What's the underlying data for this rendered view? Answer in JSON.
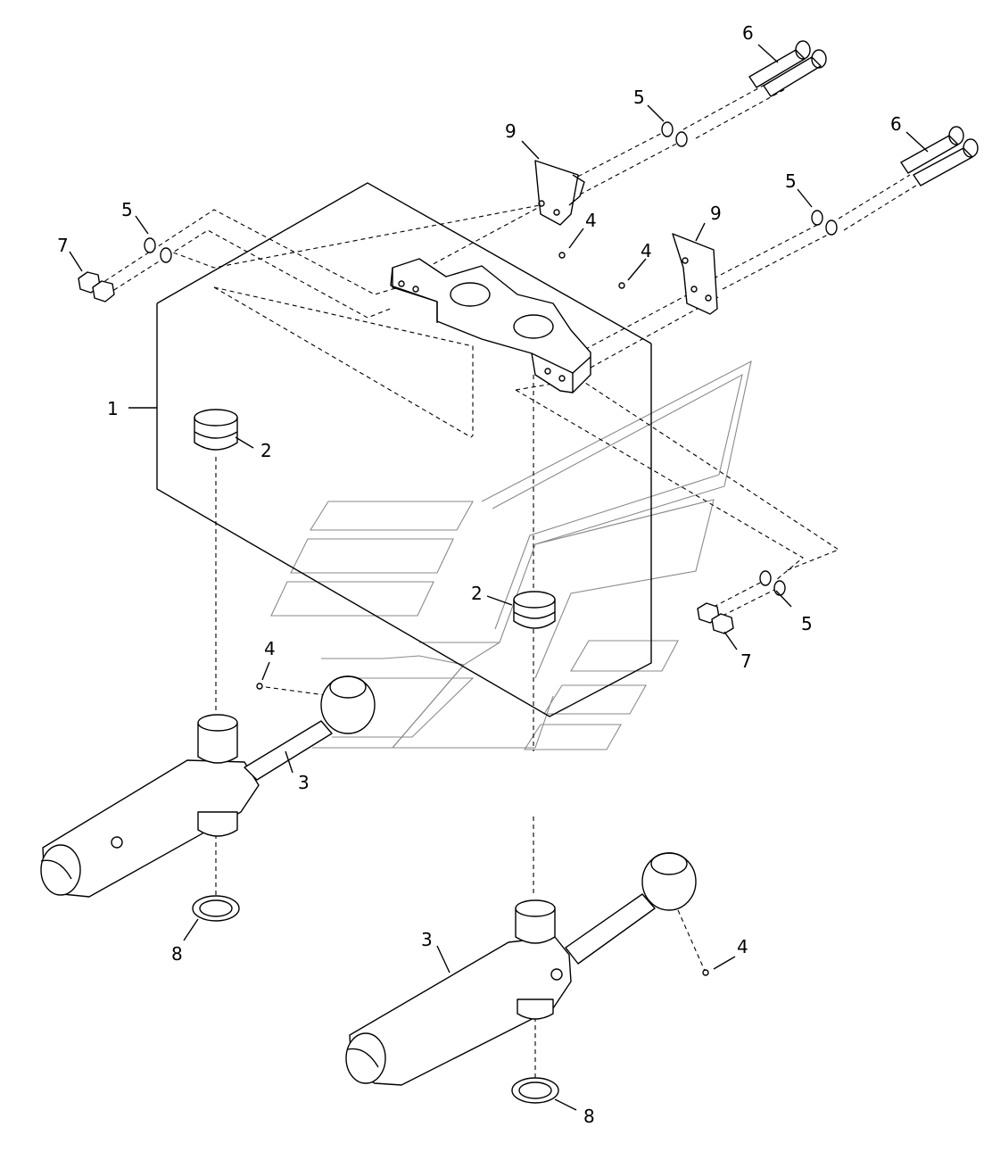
{
  "callouts": {
    "body": "1",
    "bushing_upper": "2",
    "bushing_lower": "2",
    "cylinder_left": "3",
    "cylinder_right": "3",
    "fitting_bracket_left": "4",
    "fitting_bracket_right": "4",
    "fitting_cylinder_left": "4",
    "fitting_cylinder_right": "4",
    "washer_top": "5",
    "washer_left": "5",
    "washer_right_upper": "5",
    "washer_right_lower": "5",
    "bolt_top": "6",
    "bolt_right": "6",
    "nut_left": "7",
    "nut_right": "7",
    "shim_left": "8",
    "shim_right": "8",
    "plate_left": "9",
    "plate_right": "9"
  },
  "colors": {
    "line": "#000000",
    "watermark": "#8a8a8a",
    "background": "#ffffff"
  }
}
